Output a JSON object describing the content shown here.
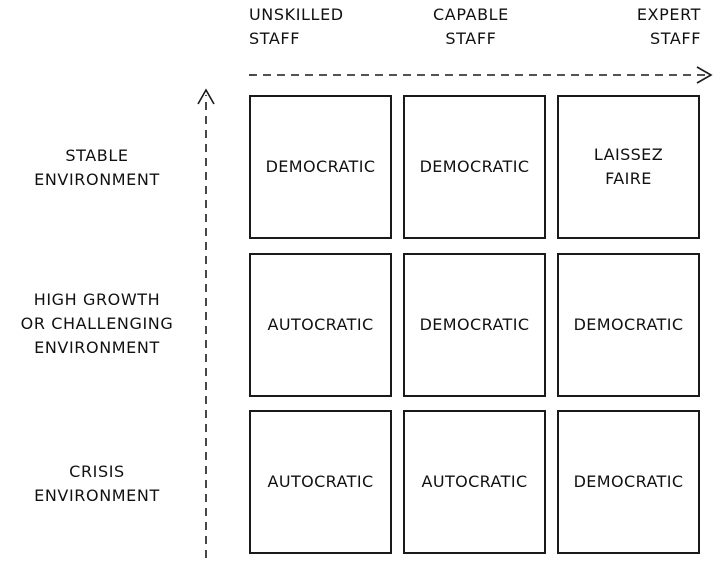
{
  "columns": [
    [
      "UNSKILLED",
      "STAFF"
    ],
    [
      "CAPABLE",
      "STAFF"
    ],
    [
      "EXPERT",
      "STAFF"
    ]
  ],
  "rows": [
    [
      "STABLE",
      "ENVIRONMENT"
    ],
    [
      "HIGH GROWTH",
      "OR CHALLENGING",
      "ENVIRONMENT"
    ],
    [
      "CRISIS",
      "ENVIRONMENT"
    ]
  ],
  "cells": [
    [
      [
        "DEMOCRATIC"
      ],
      [
        "DEMOCRATIC"
      ],
      [
        "LAISSEZ",
        "FAIRE"
      ]
    ],
    [
      [
        "AUTOCRATIC"
      ],
      [
        "DEMOCRATIC"
      ],
      [
        "DEMOCRATIC"
      ]
    ],
    [
      [
        "AUTOCRATIC"
      ],
      [
        "AUTOCRATIC"
      ],
      [
        "DEMOCRATIC"
      ]
    ]
  ]
}
